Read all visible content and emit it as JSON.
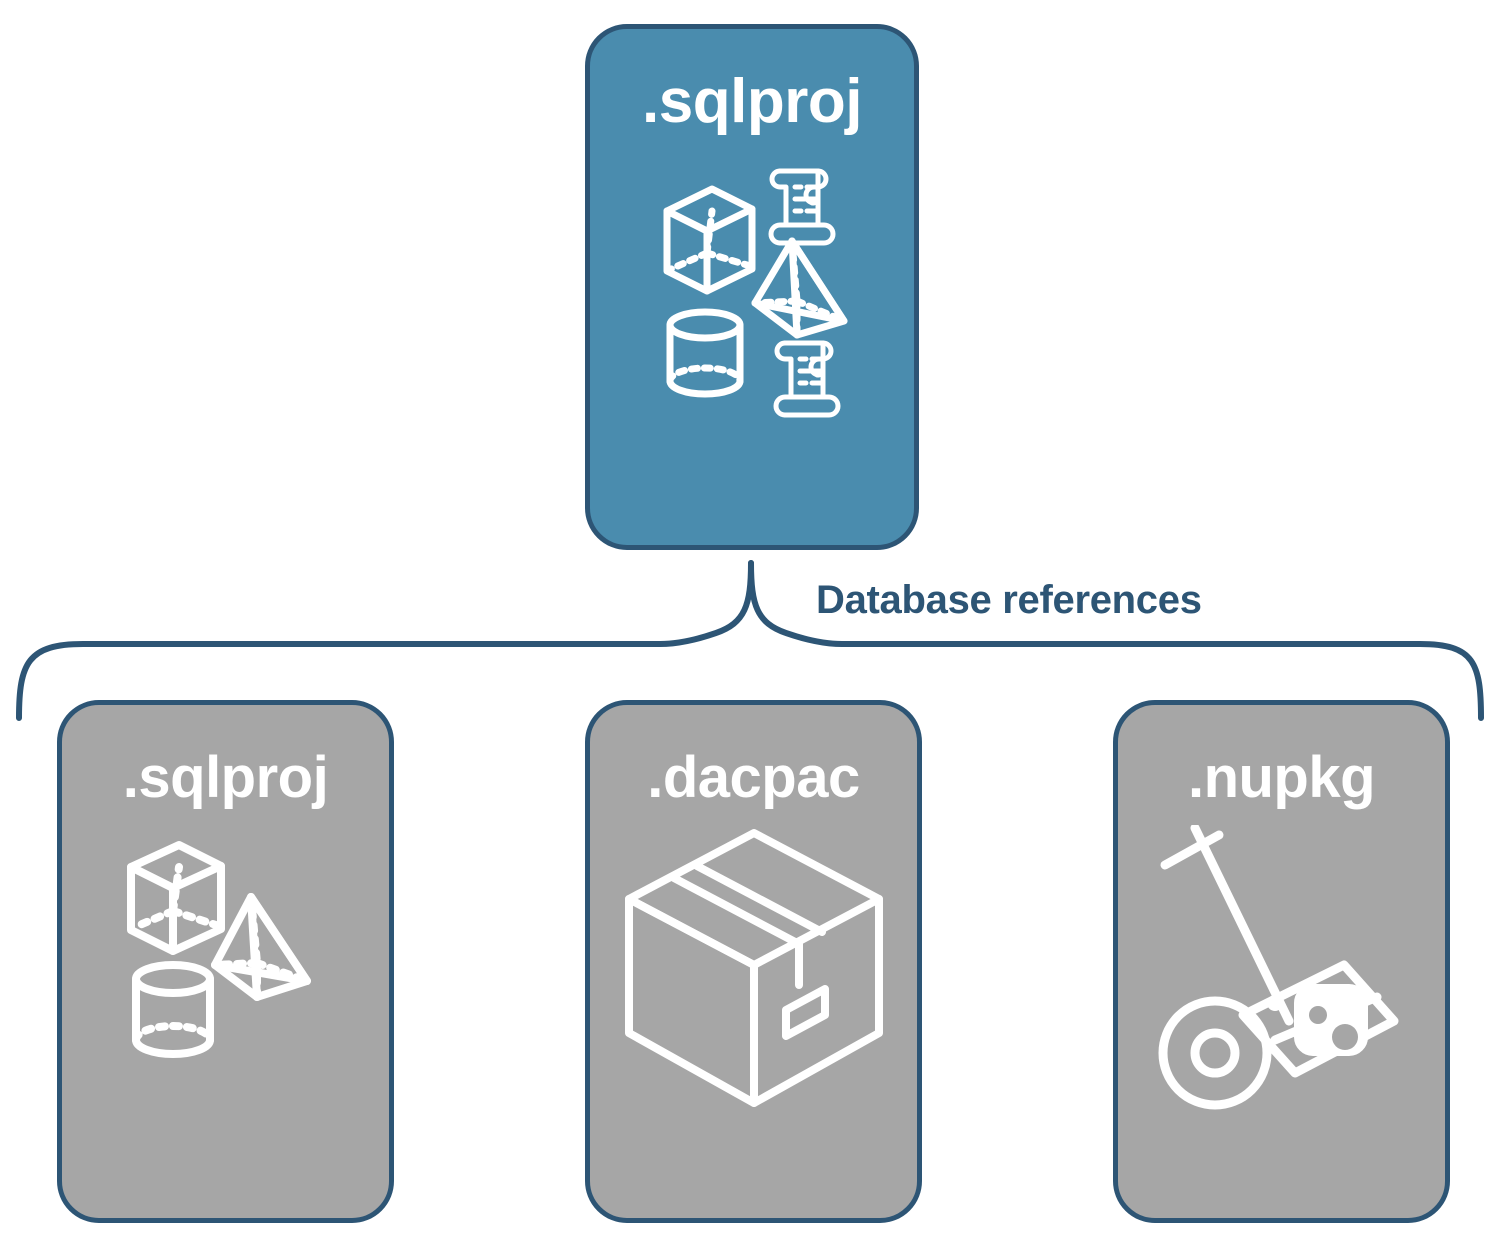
{
  "diagram": {
    "title_visible": false,
    "colors": {
      "card_primary_fill": "#4a8cae",
      "card_secondary_fill": "#a6a6a6",
      "card_border": "#2d5575",
      "label_text": "#2d5575",
      "icon_stroke": "#ffffff",
      "background": "#ffffff"
    },
    "connector": {
      "label": "Database references",
      "style": "curly-brace",
      "direction": "top-to-bottom"
    },
    "parent": {
      "label": ".sqlproj",
      "fill": "primary",
      "icons": [
        "cube-icon",
        "scroll-icon",
        "pyramid-icon",
        "cylinder-icon",
        "scroll-icon"
      ]
    },
    "children": [
      {
        "label": ".sqlproj",
        "fill": "secondary",
        "icons": [
          "cube-icon",
          "pyramid-icon",
          "cylinder-icon"
        ]
      },
      {
        "label": ".dacpac",
        "fill": "secondary",
        "icons": [
          "package-box-icon"
        ]
      },
      {
        "label": ".nupkg",
        "fill": "secondary",
        "icons": [
          "hand-truck-icon"
        ]
      }
    ]
  }
}
